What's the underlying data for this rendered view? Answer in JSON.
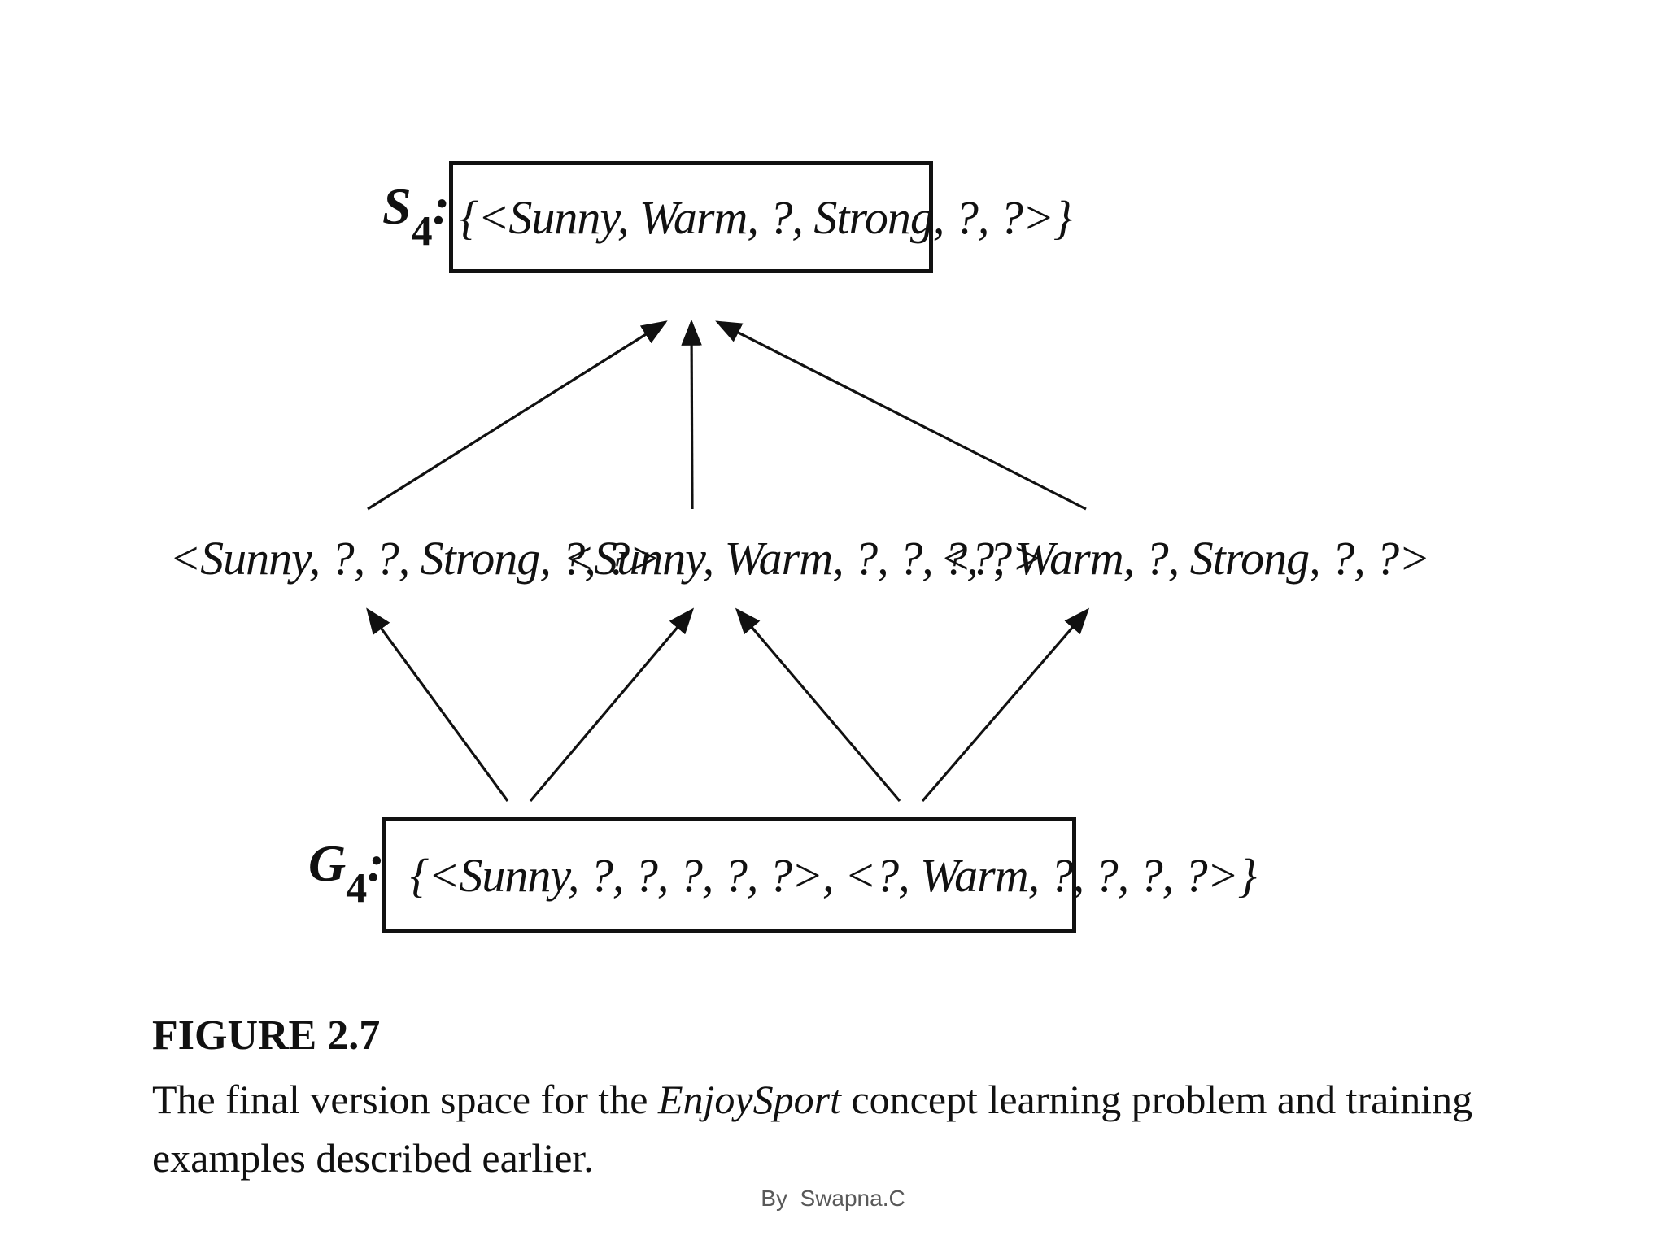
{
  "diagram": {
    "specific_boundary": {
      "label_letter": "S",
      "label_subscript": "4",
      "label_colon": ":",
      "set_text": "{<Sunny, Warm, ?, Strong, ?, ?>}"
    },
    "middle_hypotheses": [
      "<Sunny, ?, ?, Strong, ?, ?>",
      "<Sunny, Warm, ?, ?, ?, ?>",
      "<?, Warm, ?, Strong, ?, ?>"
    ],
    "general_boundary": {
      "label_letter": "G",
      "label_subscript": "4",
      "label_colon": ":",
      "set_text": "{<Sunny, ?, ?, ?, ?, ?>, <?, Warm, ?, ?, ?, ?>}"
    },
    "edges": [
      {
        "from": "middle-0",
        "to": "S4"
      },
      {
        "from": "middle-1",
        "to": "S4"
      },
      {
        "from": "middle-2",
        "to": "S4"
      },
      {
        "from": "G4-0",
        "to": "middle-0"
      },
      {
        "from": "G4-0",
        "to": "middle-1"
      },
      {
        "from": "G4-1",
        "to": "middle-1"
      },
      {
        "from": "G4-1",
        "to": "middle-2"
      }
    ]
  },
  "figure": {
    "title": "FIGURE 2.7",
    "caption_before": "The final version space for the ",
    "caption_emphasis": "EnjoySport",
    "caption_after": " concept learning problem and training examples described earlier."
  },
  "footer": {
    "credit": "By  Swapna.C"
  }
}
